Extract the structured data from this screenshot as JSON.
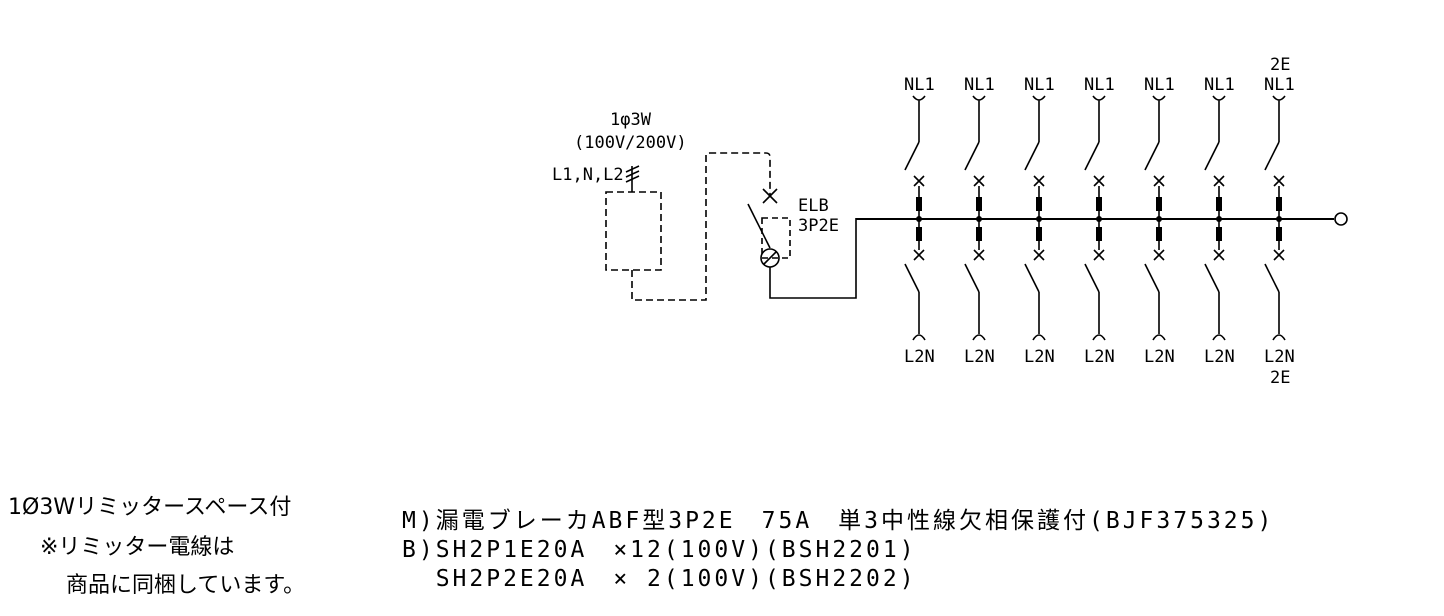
{
  "supply": {
    "system": "1φ3W",
    "voltage": "(100V/200V)",
    "wires": "L1,N,L2"
  },
  "main_breaker": {
    "line1": "ELB",
    "line2": "3P2E"
  },
  "branches_top": [
    "NL1",
    "NL1",
    "NL1",
    "NL1",
    "NL1",
    "NL1",
    "NL1"
  ],
  "branch_top_extra": "2E",
  "branches_bottom": [
    "L2N",
    "L2N",
    "L2N",
    "L2N",
    "L2N",
    "L2N",
    "L2N"
  ],
  "branch_bottom_extra": "2E",
  "notes": {
    "line1": "1Ø3Wリミッタースペース付",
    "line2": "※リミッター電線は",
    "line3": "商品に同梱しています。"
  },
  "spec": {
    "line1": "M)漏電ブレーカABF型3P2E　75A　単3中性線欠相保護付(BJF375325)",
    "line2": "B)SH2P1E20A　×12(100V)(BSH2201)",
    "line3": "  SH2P2E20A　× 2(100V)(BSH2202)"
  }
}
